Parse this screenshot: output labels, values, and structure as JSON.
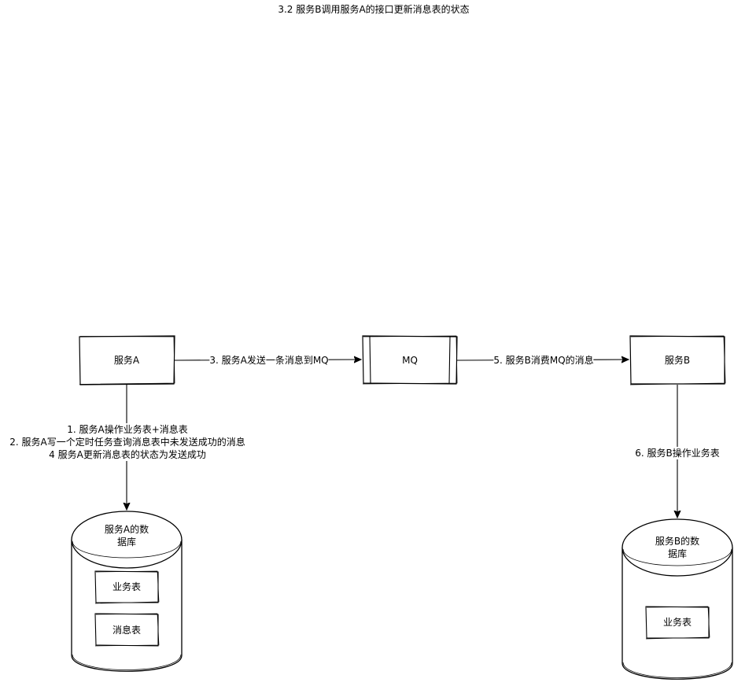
{
  "title": "3.2 服务B调用服务A的接口更新消息表的状态",
  "nodes": {
    "service_a": "服务A",
    "mq": "MQ",
    "service_b": "服务B",
    "db_a_line1": "服务A的数",
    "db_a_line2": "据库",
    "db_b_line1": "服务B的数",
    "db_b_line2": "据库",
    "table_biz_a": "业务表",
    "table_msg_a": "消息表",
    "table_biz_b": "业务表"
  },
  "edges": {
    "a_to_mq": "3. 服务A发送一条消息到MQ",
    "mq_to_b": "5. 服务B消费MQ的消息",
    "a_to_db_line1": "1. 服务A操作业务表+消息表",
    "a_to_db_line2": "2. 服务A写一个定时任务查询消息表中未发送成功的消息",
    "a_to_db_line3": "4 服务A更新消息表的状态为发送成功",
    "b_to_db": "6. 服务B操作业务表"
  },
  "colors": {
    "stroke": "#000000",
    "fill": "#ffffff"
  }
}
